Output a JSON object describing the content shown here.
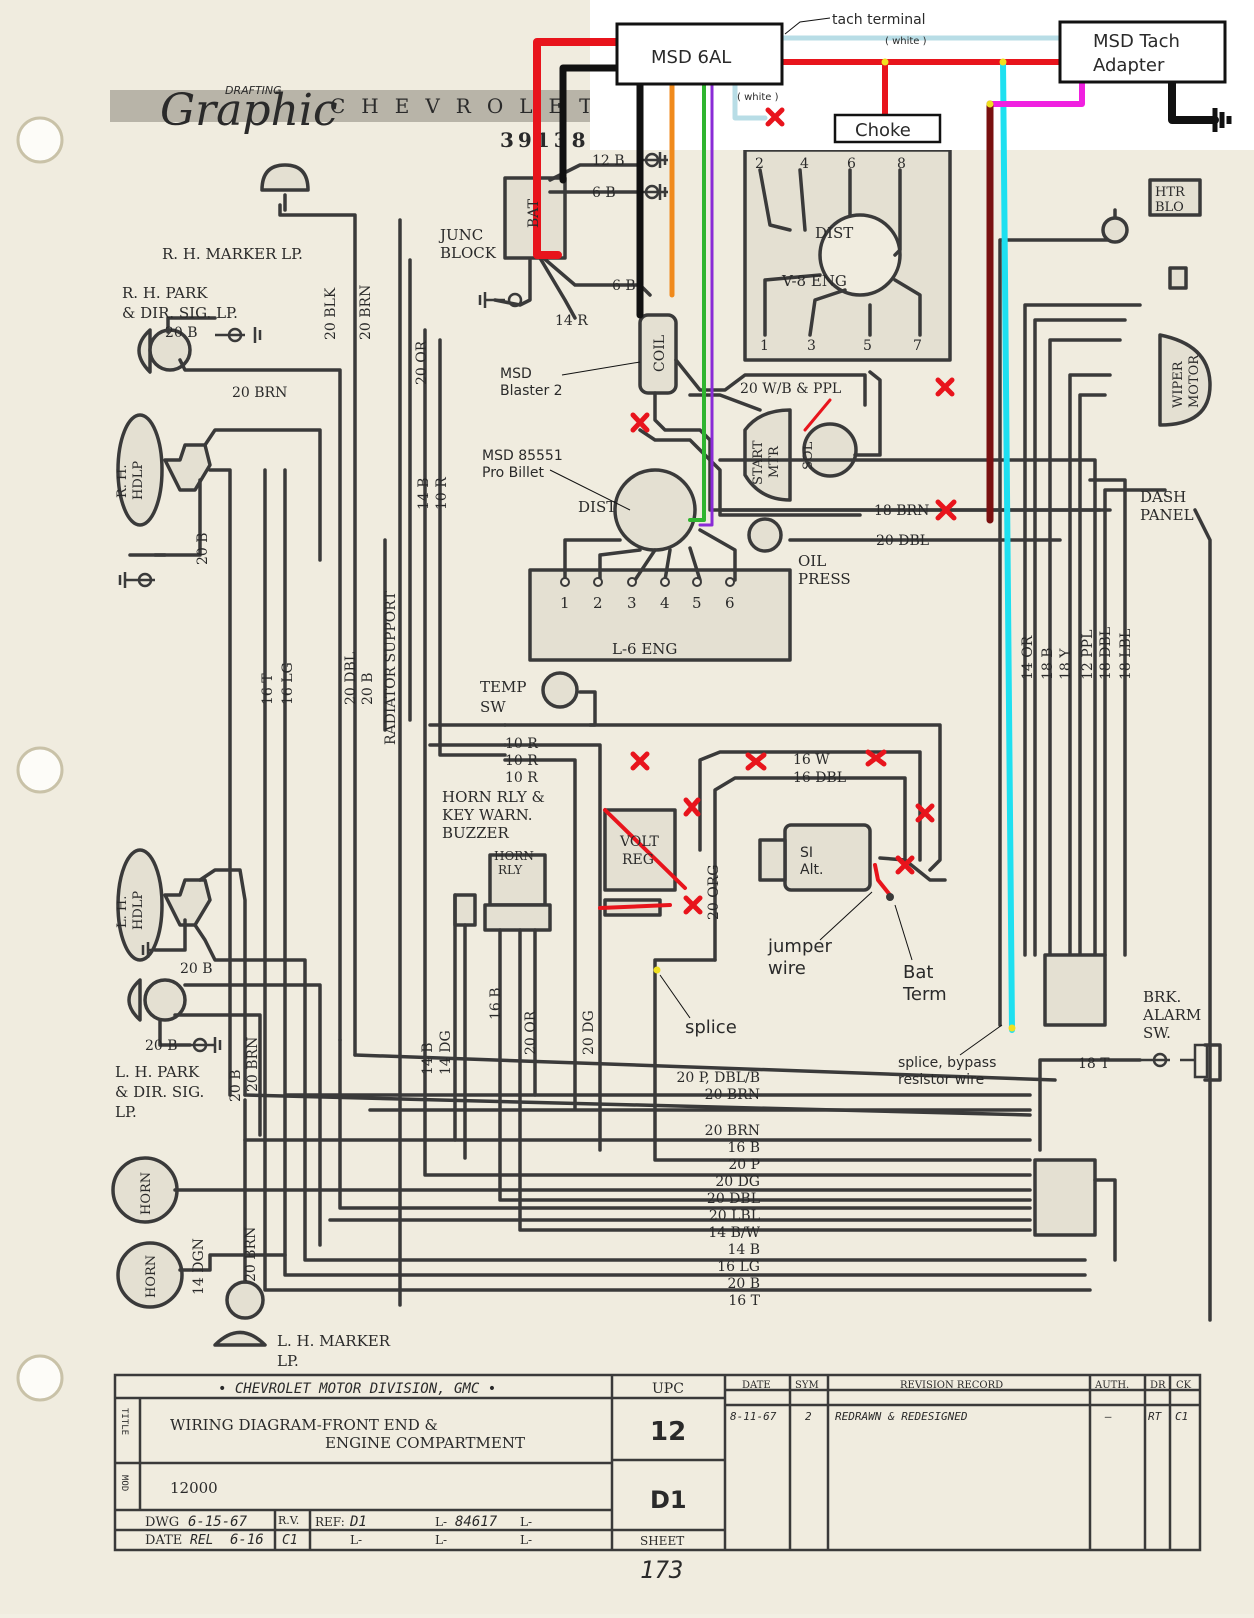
{
  "header": {
    "brand_script": "Graphic",
    "brand_small": "DRAFTING",
    "make": "CHEVROLET",
    "part_number": "39138"
  },
  "overlay": {
    "msd_6al": "MSD 6AL",
    "tach_terminal": "tach terminal",
    "white_top": "( white )",
    "white_left": "( white )",
    "tach_adapter_line1": "MSD Tach",
    "tach_adapter_line2": "Adapter",
    "choke": "Choke",
    "blaster_line1": "MSD",
    "blaster_line2": "Blaster 2",
    "billet_line1": "MSD 85551",
    "billet_line2": "Pro Billet",
    "si_line1": "SI",
    "si_line2": "Alt.",
    "jumper_line1": "jumper",
    "jumper_line2": "wire",
    "bat_line1": "Bat",
    "bat_line2": "Term",
    "splice": "splice",
    "splice_bypass_line1": "splice, bypass",
    "splice_bypass_line2": "resistor wire",
    "colors": {
      "red": "#e8141c",
      "black": "#111111",
      "orange": "#f08a1c",
      "green": "#2fb52f",
      "purple": "#8a2bd6",
      "lightblue": "#b8dde6",
      "cyan": "#1ee0f0",
      "magenta": "#f020e0",
      "maroon": "#7a1010"
    }
  },
  "labels": {
    "rh_marker": "R. H. MARKER LP.",
    "rh_park_1": "R. H. PARK",
    "rh_park_2": "& DIR. SIG. LP.",
    "rh_hdlp_1": "R. H.",
    "rh_hdlp_2": "HDLP",
    "junc_1": "JUNC",
    "junc_2": "BLOCK",
    "bat": "BAT",
    "coil": "COIL",
    "dist": "DIST",
    "v8": "V-8 ENG",
    "l6": "L-6 ENG",
    "start_1": "START",
    "start_2": "MTR",
    "sol": "SOL",
    "oil_1": "OIL",
    "oil_2": "PRESS",
    "temp_1": "TEMP",
    "temp_2": "SW",
    "horn_rly_1": "HORN RLY &",
    "horn_rly_2": "KEY WARN.",
    "horn_rly_3": "BUZZER",
    "horn_box_1": "HORN",
    "horn_box_2": "RLY",
    "volt_1": "VOLT",
    "volt_2": "REG",
    "htr_1": "HTR",
    "htr_2": "BLO",
    "wiper_1": "WIPER",
    "wiper_2": "MOTOR",
    "dash_1": "DASH",
    "dash_2": "PANEL",
    "brk_1": "BRK.",
    "brk_2": "ALARM",
    "brk_3": "SW.",
    "lh_hdlp_1": "L. H.",
    "lh_hdlp_2": "HDLP",
    "lh_park_1": "L. H. PARK",
    "lh_park_2": "& DIR. SIG.",
    "lh_park_3": "LP.",
    "lh_marker_1": "L. H. MARKER",
    "lh_marker_2": "LP.",
    "horn": "HORN",
    "radiator_support": "RADIATOR SUPPORT"
  },
  "wires": {
    "w12b": "12 B",
    "w6b_top": "6 B",
    "w6b": "6 B",
    "w14r": "14 R",
    "w20b_rh": "20 B",
    "w20brn_rh": "20 BRN",
    "w20blk": "20 BLK",
    "w20brn_v": "20 BRN",
    "w20or": "20 OR",
    "w20wb": "20 W/B & PPL",
    "w18brn": "18 BRN",
    "w20dbl_oil": "20 DBL",
    "w14b_v": "14 B",
    "w10r_v": "10 R",
    "w16t": "16 T",
    "w16lg": "16 LG",
    "w20dbl_v": "20 DBL",
    "w20b_v": "20 B",
    "w10r_1": "10 R",
    "w10r_2": "10 R",
    "w10r_3": "10 R",
    "w16w": "16 W",
    "w16dbl": "16 DBL",
    "w20org": "20 ORG",
    "w14or": "14 OR",
    "w18b": "18 B",
    "w18y": "18 Y",
    "w12ppl": "12 PPL",
    "w18dbl": "18 DBL",
    "w18lbl": "18 LBL",
    "w20b_lh": "20 B",
    "w20b_lh2": "20 B",
    "w20b_lhv": "20 B",
    "w20brn_lhv": "20 BRN",
    "w14b_low": "14 B",
    "w14dg_low": "14 DG",
    "w16b_low": "16 B",
    "w20or_low": "20 OR",
    "w20dg_low": "20 DG",
    "w14dgn": "14 DGN",
    "w20brn_horn": "20 BRN",
    "w18t": "18 T"
  },
  "bundle": [
    "20 P, DBL/B",
    "20 BRN",
    "20 BRN",
    "16 B",
    "20 P",
    "20 DG",
    "20 DBL",
    "20 LBL",
    "14 B/W",
    "14 B",
    "16 LG",
    "20 B",
    "16 T"
  ],
  "v8_pins_top": [
    "2",
    "4",
    "6",
    "8"
  ],
  "v8_pins_bottom": [
    "1",
    "3",
    "5",
    "7"
  ],
  "l6_pins": [
    "1",
    "2",
    "3",
    "4",
    "5",
    "6"
  ],
  "title_block": {
    "company": "• CHEVROLET MOTOR DIVISION, GMC •",
    "title_tag": "TITLE",
    "title_line1": "WIRING DIAGRAM-FRONT END &",
    "title_line2": "ENGINE COMPARTMENT",
    "mod_tag": "MOD",
    "model": "12000",
    "dwg_label": "DWG",
    "dwg_date": "6-15-67",
    "rv_label": "R.V.",
    "ref_label": "REF:",
    "ref_value": "D1",
    "l_label": "L-",
    "l_value": "84617",
    "date_label": "DATE",
    "rel_label": "REL",
    "rel_date": "6-16",
    "rel_code": "C1",
    "upc_label": "UPC",
    "upc_value": "12",
    "sheet_code": "D1",
    "sheet_label": "SHEET",
    "rev_headers": [
      "DATE",
      "SYM",
      "REVISION RECORD",
      "AUTH.",
      "DR",
      "CK"
    ],
    "rev_row": [
      "8-11-67",
      "2",
      "REDRAWN & REDESIGNED",
      "—",
      "RT",
      "C1"
    ],
    "page_number": "173"
  }
}
